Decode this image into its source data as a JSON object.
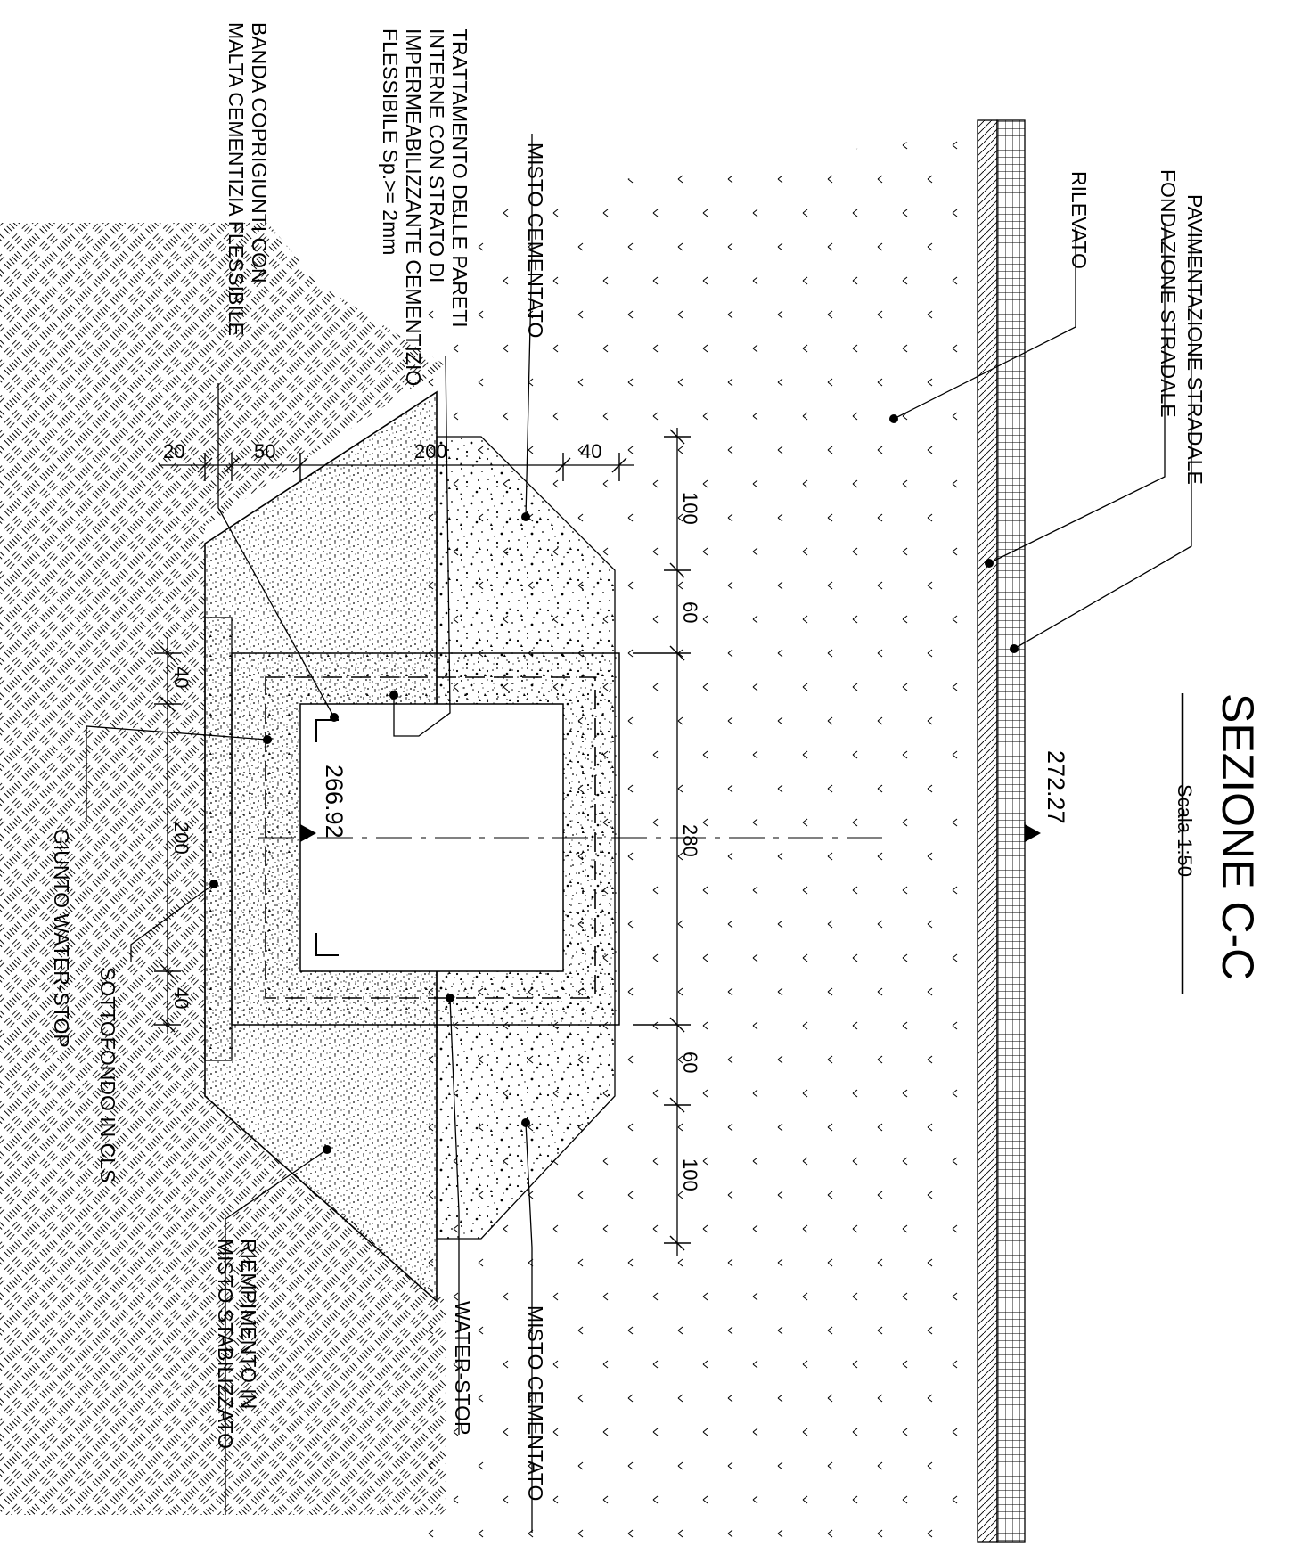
{
  "title": {
    "main": "SEZIONE C-C",
    "scale": "Scala 1:50"
  },
  "labels": {
    "pavimentazione": "PAVIMENTAZIONE STRADALE",
    "fondazione": "FONDAZIONE STRADALE",
    "rilevato": "RILEVATO",
    "misto_top": "MISTO CEMENTATO",
    "misto_bottom": "MISTO CEMENTATO",
    "trattamento": [
      "TRATTAMENTO DELLE PARETI",
      "INTERNE CON STRATO DI",
      "IMPERMEABILIZZANTE CEMENTIZIO",
      "FLESSIBILE Sp.>= 2mm"
    ],
    "banda": [
      "BANDA COPRIGIUNTI CON",
      "MALTA CEMENTIZIA FLESSIBILE"
    ],
    "giunto": "GIUNTO WATER-STOP",
    "sottofondo": "SOTTOFONDO IN CLS",
    "waterstop": "WATER-STOP",
    "riempimento": [
      "RIEMPIMENTO IN",
      "MISTO STABILIZZATO"
    ]
  },
  "elevations": {
    "road": "272.27",
    "invert": "266.92"
  },
  "dimensions": {
    "right_chain": [
      "100",
      "60",
      "280",
      "60",
      "100"
    ],
    "top_chain": [
      "20",
      "50",
      "200",
      "40"
    ],
    "left_chain": [
      "40",
      "200",
      "40"
    ]
  }
}
